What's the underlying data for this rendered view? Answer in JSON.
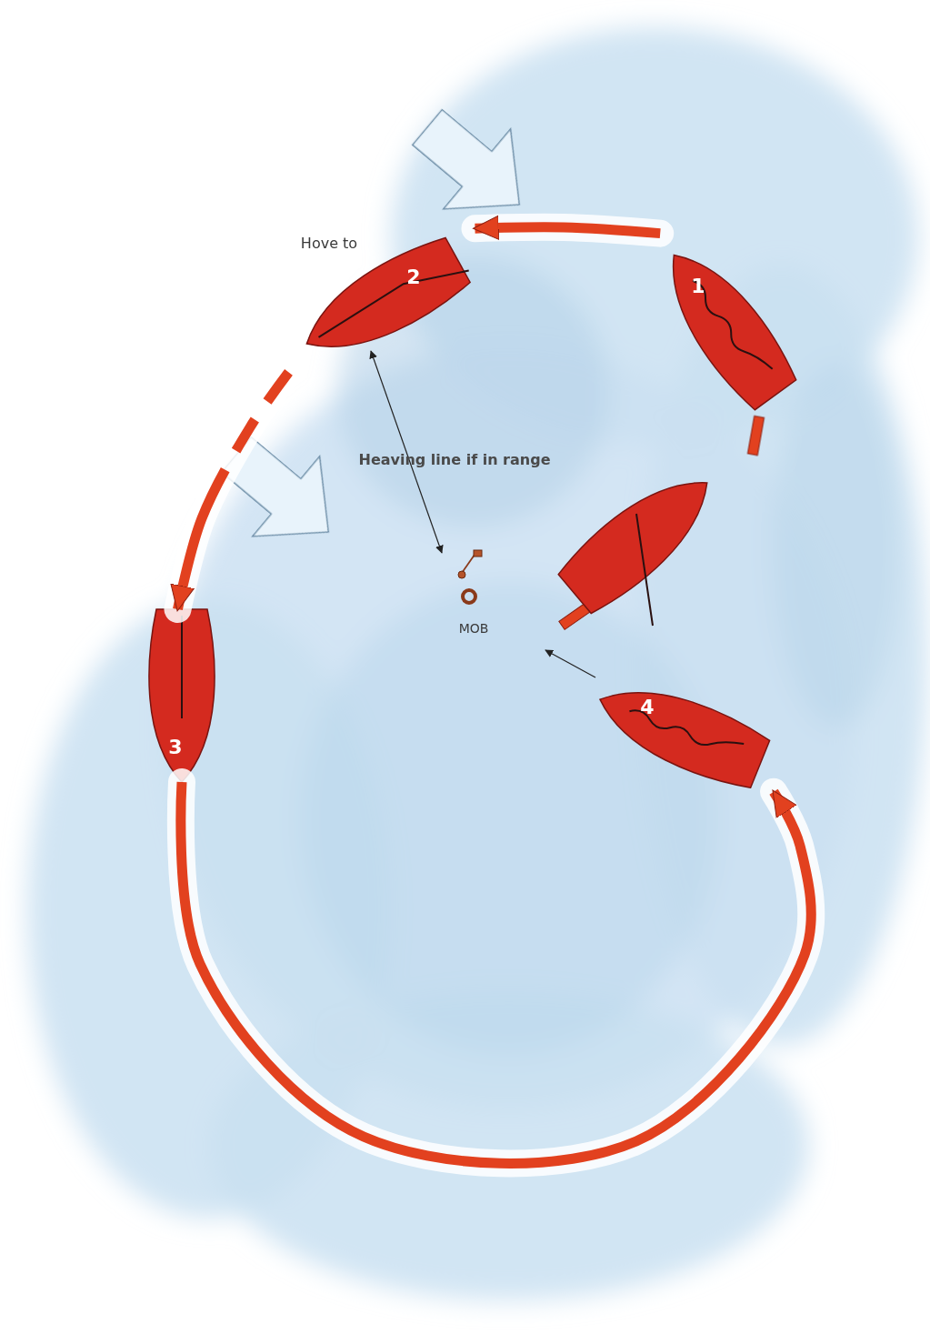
{
  "diagram": {
    "nodes": [
      {
        "text": [
          "1"
        ]
      },
      {
        "text": [
          "Hove to",
          "2"
        ]
      },
      {
        "text": [
          "3"
        ]
      },
      {
        "text": [
          "4"
        ]
      }
    ],
    "edges": [
      {
        "from": 0,
        "to": 1,
        "arrow": "to"
      },
      {
        "from": 1,
        "to": 2,
        "arrow": "to"
      },
      {
        "from": 2,
        "to": 3,
        "arrow": "to"
      }
    ],
    "labels": [
      "Heaving line if in range",
      "MOB"
    ]
  }
}
